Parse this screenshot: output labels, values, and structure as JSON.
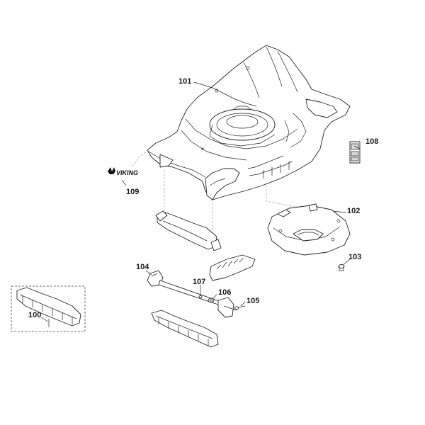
{
  "brand": {
    "logo_text": "VIKING"
  },
  "parts": [
    {
      "id": "p100",
      "number": "100"
    },
    {
      "id": "p101",
      "number": "101"
    },
    {
      "id": "p102",
      "number": "102"
    },
    {
      "id": "p103",
      "number": "103"
    },
    {
      "id": "p104",
      "number": "104"
    },
    {
      "id": "p105",
      "number": "105"
    },
    {
      "id": "p106",
      "number": "106"
    },
    {
      "id": "p107",
      "number": "107"
    },
    {
      "id": "p108",
      "number": "108"
    },
    {
      "id": "p109",
      "number": "109"
    }
  ]
}
